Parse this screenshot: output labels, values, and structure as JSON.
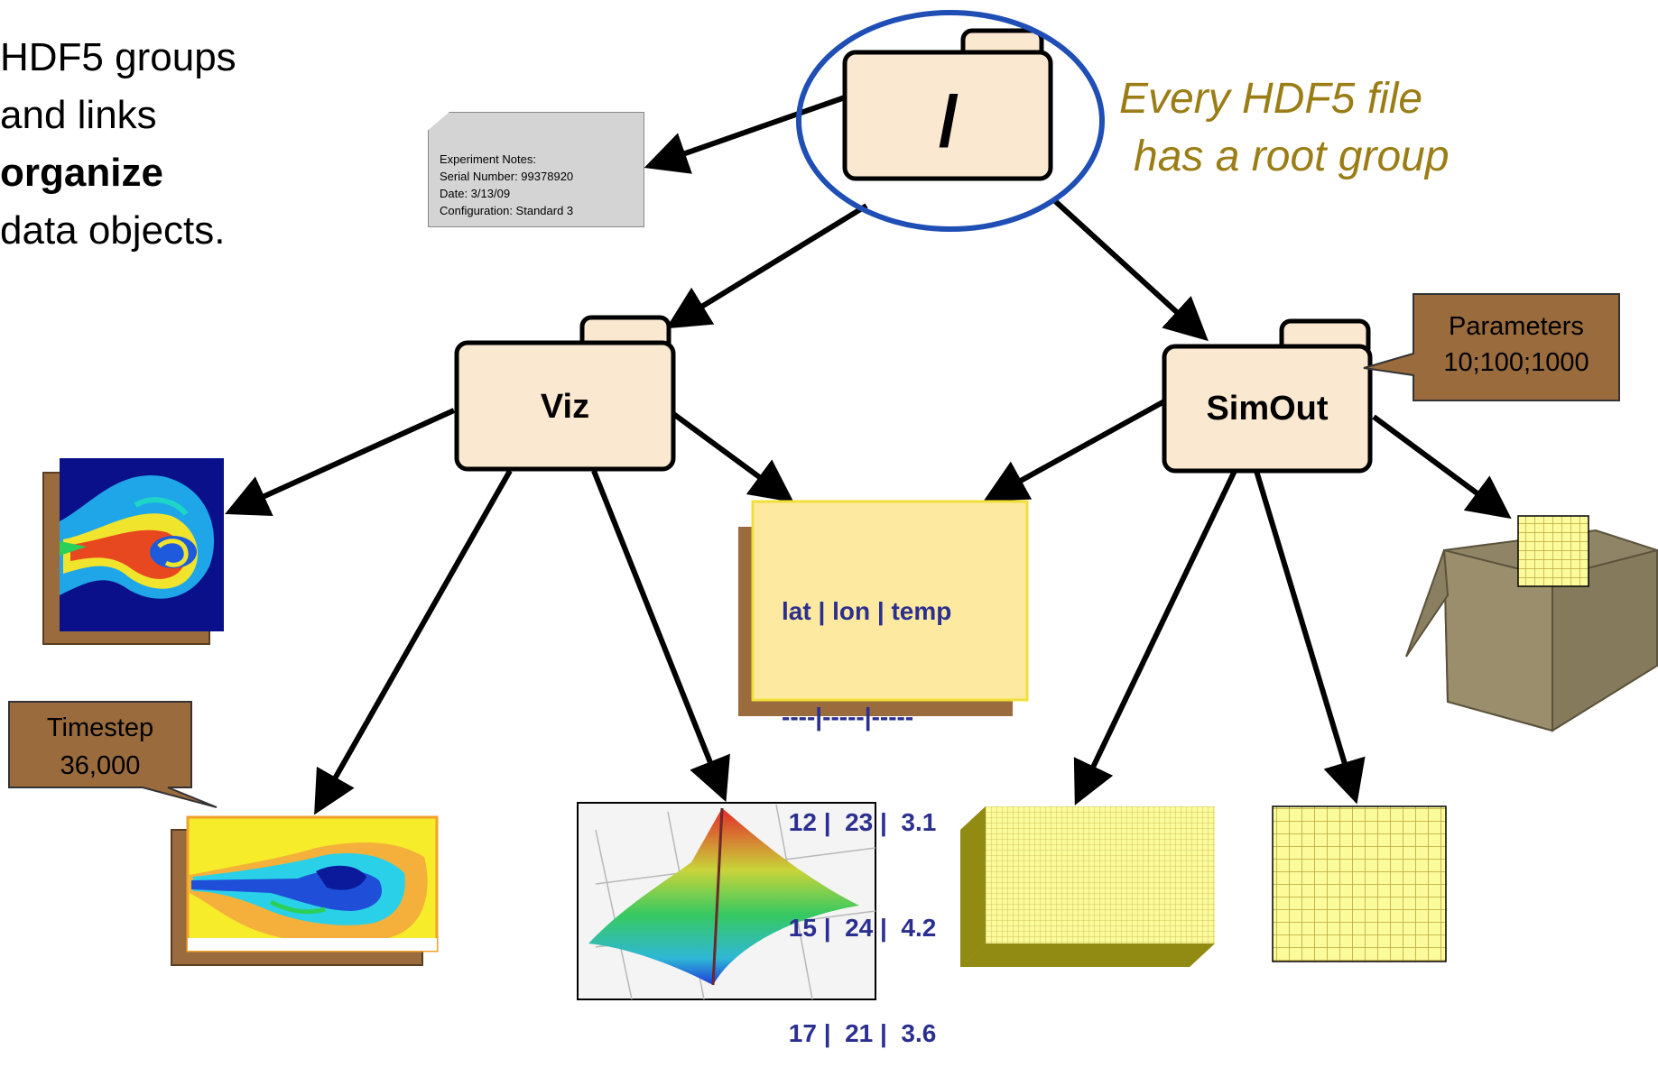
{
  "intro": {
    "lines": [
      "HDF5 groups",
      "and links",
      "organize",
      "data objects."
    ]
  },
  "root_note": {
    "line1": "Every HDF5 file",
    "line2": "has a root group"
  },
  "notes_attribute": {
    "lines": [
      "Experiment Notes:",
      "Serial Number: 99378920",
      "Date: 3/13/09",
      "Configuration: Standard 3"
    ]
  },
  "groups": {
    "root": "/",
    "viz": "Viz",
    "simout": "SimOut"
  },
  "parameters_attribute": {
    "line1": "Parameters",
    "line2": "10;100;1000"
  },
  "timestep_attribute": {
    "line1": "Timestep",
    "line2": "36,000"
  },
  "table": {
    "header": "lat | lon | temp",
    "separator": "----|-----|-----",
    "rows": [
      " 12 |  23 |  3.1",
      " 15 |  24 |  4.2",
      " 17 |  21 |  3.6"
    ]
  },
  "colors": {
    "folder_fill": "#fbe8d1",
    "callout_fill": "#996b3d",
    "root_highlight": "#1f4eb4",
    "root_note_text": "#9b7d16",
    "table_fill": "#fde9a0",
    "table_text": "#2b2f8f",
    "grid_yellow": "#fbfb9c",
    "box_fill": "#8f8466"
  }
}
